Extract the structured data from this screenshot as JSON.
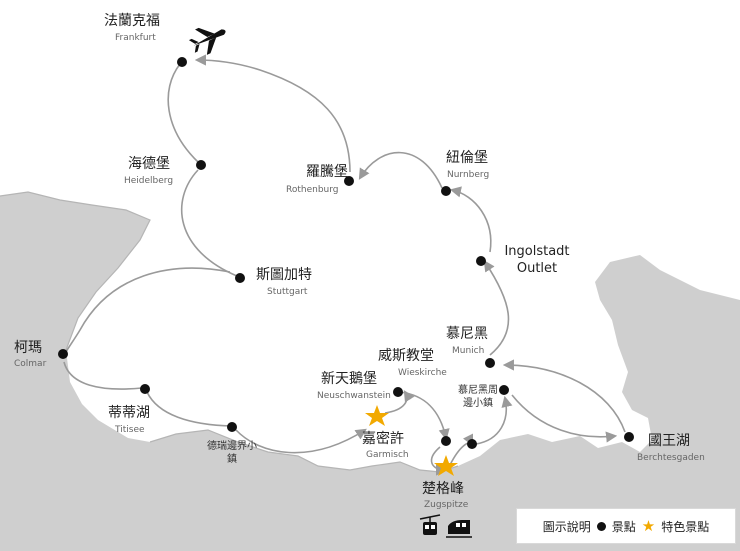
{
  "colors": {
    "land": "#ffffff",
    "outside": "#cfcfcf",
    "route": "#9a9a9a",
    "star": "#f2a900",
    "dot": "#111111"
  },
  "cities": [
    {
      "zh": "法蘭克福",
      "en": "Frankfurt"
    },
    {
      "zh": "海德堡",
      "en": "Heidelberg"
    },
    {
      "zh": "斯圖加特",
      "en": "Stuttgart"
    },
    {
      "zh": "柯瑪",
      "en": "Colmar"
    },
    {
      "zh": "蒂蒂湖",
      "en": "Titisee"
    },
    {
      "zh": "德瑞邊界小鎮",
      "en": ""
    },
    {
      "zh": "新天鵝堡",
      "en": "Neuschwanstein"
    },
    {
      "zh": "威斯教堂",
      "en": "Wieskirche"
    },
    {
      "zh": "嘉密許",
      "en": "Garmisch"
    },
    {
      "zh": "楚格峰",
      "en": "Zugspitze"
    },
    {
      "zh": "慕尼黑周邊小鎮",
      "en": ""
    },
    {
      "zh": "國王湖",
      "en": "Berchtesgaden"
    },
    {
      "zh": "慕尼黑",
      "en": "Munich"
    },
    {
      "zh": "Ingolstadt Outlet",
      "en": ""
    },
    {
      "zh": "紐倫堡",
      "en": "Nurnberg"
    },
    {
      "zh": "羅騰堡",
      "en": "Rothenburg"
    }
  ],
  "icons": {
    "plane": "airplane-icon",
    "cable_car": "cable-car-icon",
    "train": "train-icon"
  },
  "legend": {
    "title": "圖示說明",
    "spot": "景點",
    "special": "特色景點"
  }
}
